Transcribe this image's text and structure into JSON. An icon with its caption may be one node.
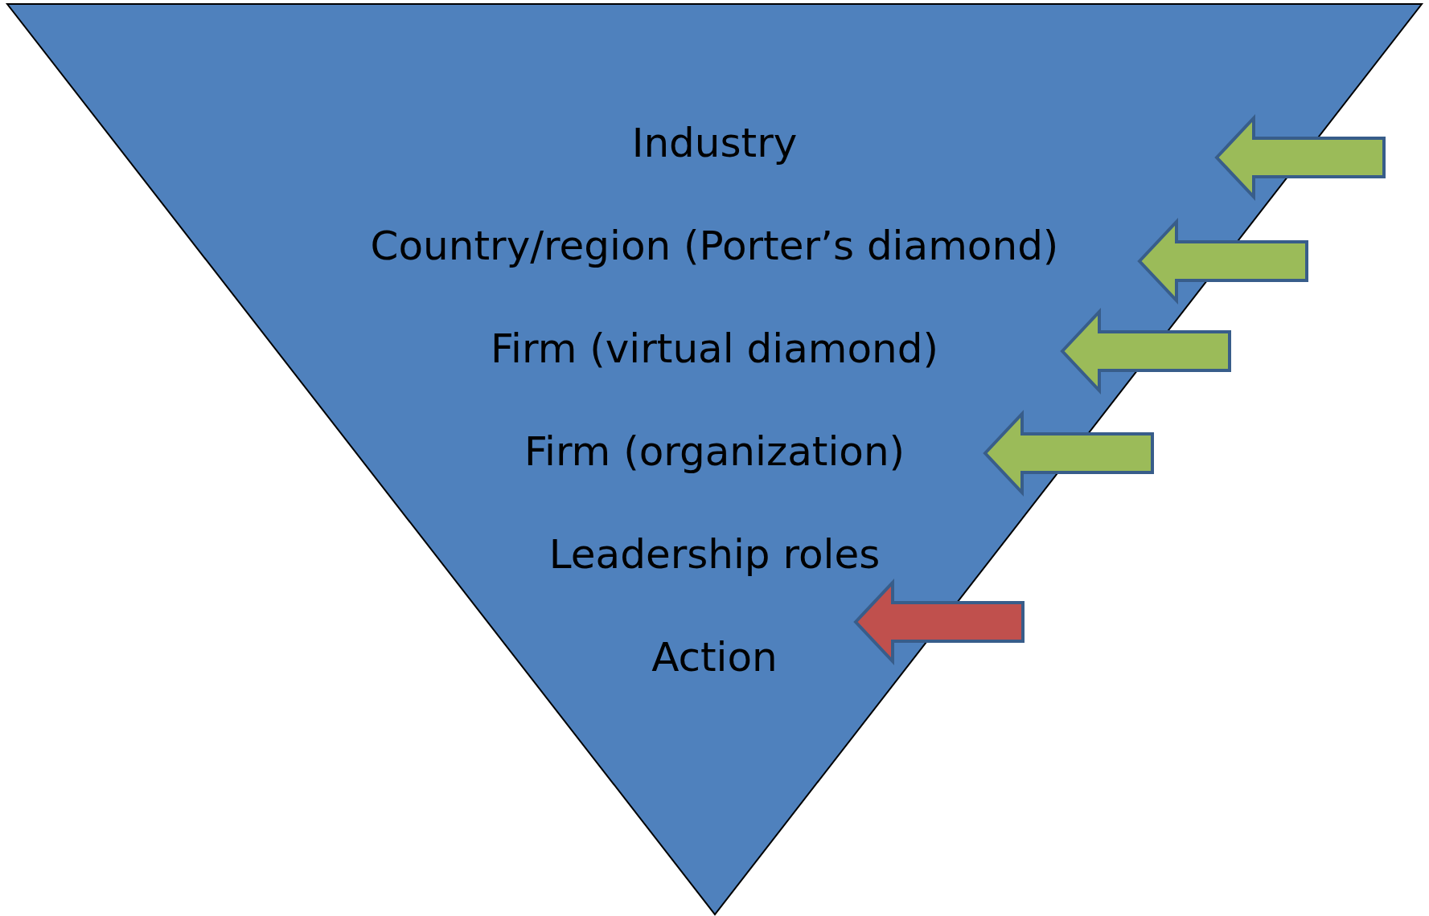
{
  "diagram": {
    "nodes": [
      {
        "text": [
          "Industry",
          "Country/region (Porter’s diamond)",
          "Firm (virtual diamond)",
          "Firm (organization)",
          "Leadership roles",
          "Action"
        ]
      }
    ]
  }
}
